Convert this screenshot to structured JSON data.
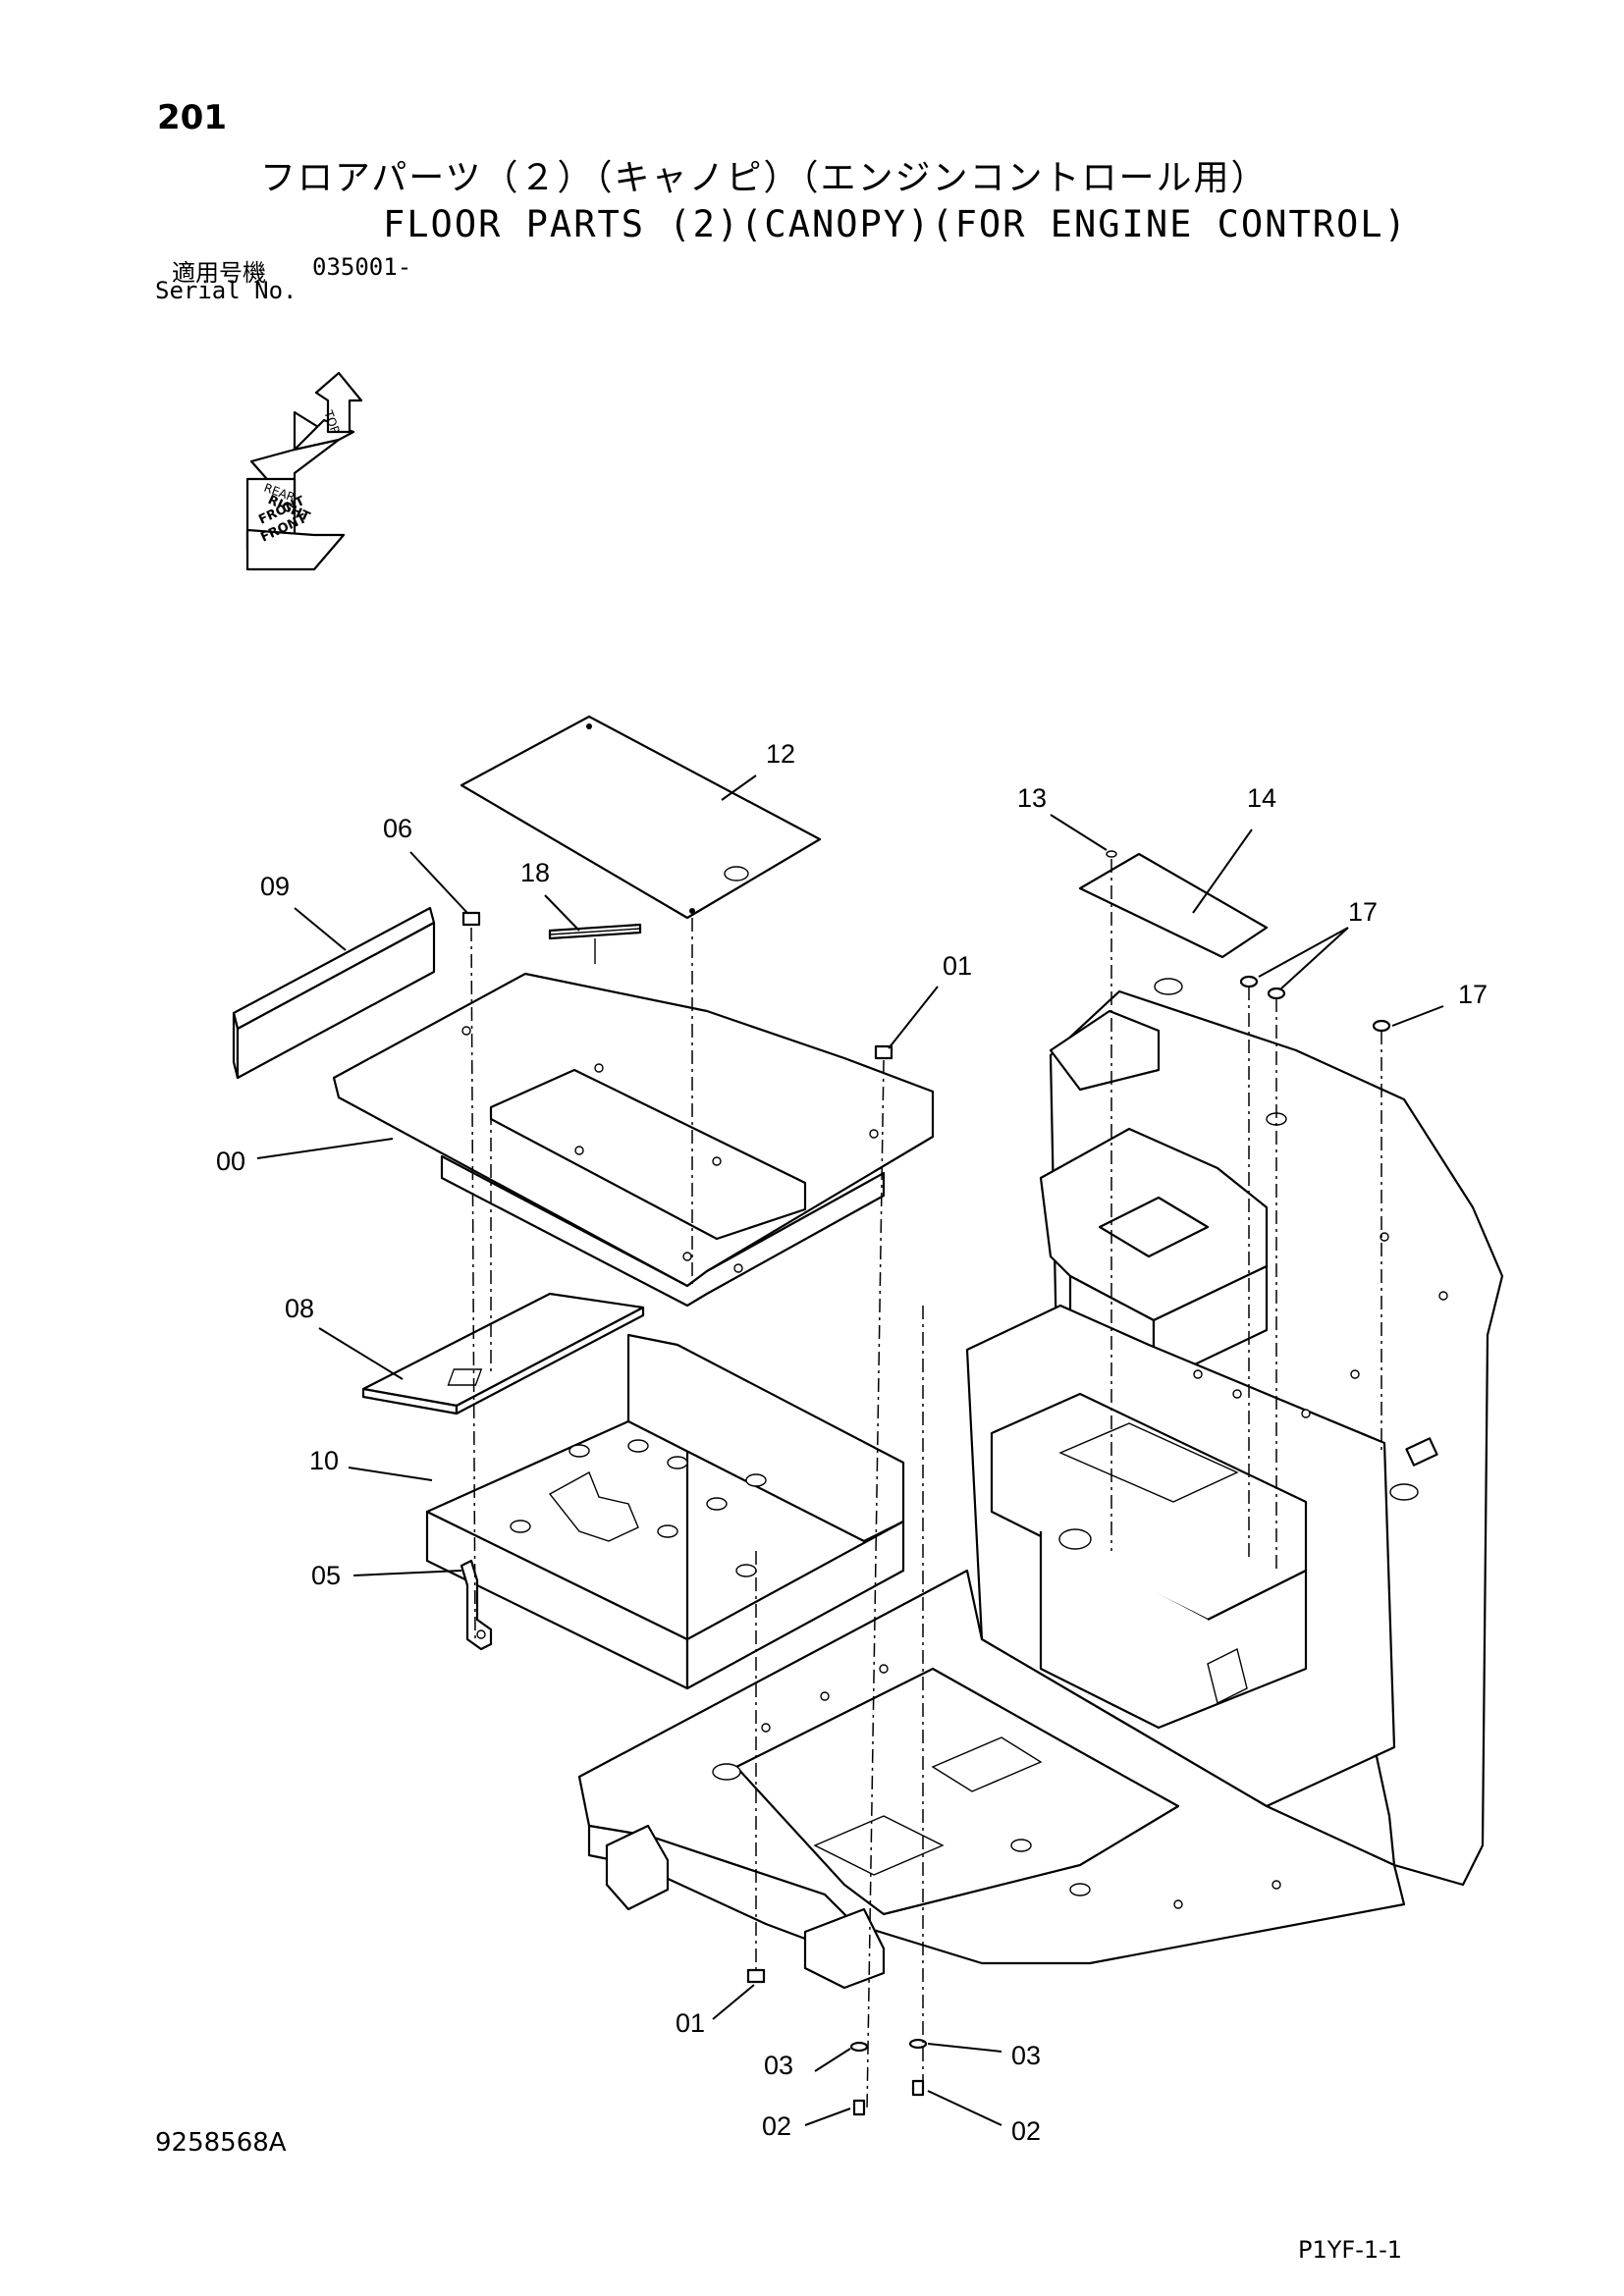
{
  "header": {
    "page_number": "201",
    "title_jp": "フロアパーツ（２）（キャノピ）（エンジンコントロール用）",
    "title_en": "FLOOR PARTS (2)(CANOPY)(FOR ENGINE CONTROL)",
    "serial_label_jp": "適用号機",
    "serial_value": "035001-",
    "serial_label_en": "Serial No."
  },
  "orientation": {
    "labels": [
      "TOP",
      "REAR",
      "RIGHT",
      "FRONT",
      "FRONT"
    ]
  },
  "callouts": [
    "12",
    "06",
    "18",
    "09",
    "01",
    "00",
    "08",
    "10",
    "05",
    "13",
    "14",
    "17",
    "17",
    "01",
    "03",
    "03",
    "02",
    "02"
  ],
  "footer": {
    "drawing_number": "9258568A",
    "page_code": "P1YF-1-1"
  }
}
